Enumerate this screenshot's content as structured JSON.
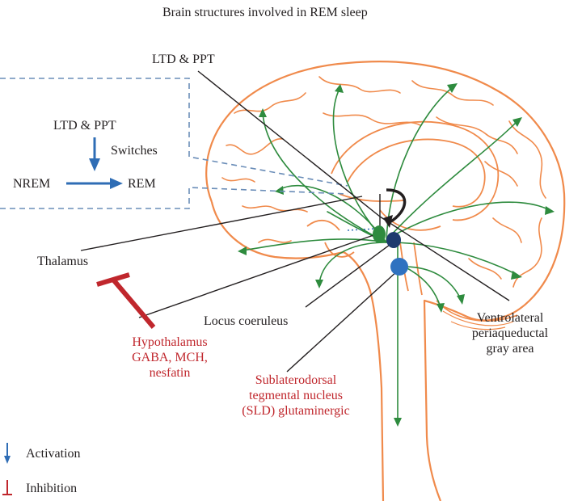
{
  "title": "Brain structures involved in REM sleep",
  "labels": {
    "ltd_ppt_top": "LTD & PPT",
    "thalamus": "Thalamus",
    "locus_coeruleus": "Locus coeruleus",
    "vlpag": [
      "Ventrolateral",
      "periaqueductal",
      "gray area"
    ],
    "hypothalamus": [
      "Hypothalamus",
      "GABA, MCH,",
      "nesfatin"
    ],
    "sld": [
      "Sublaterodorsal",
      "tegmental nucleus",
      "(SLD) glutaminergic"
    ]
  },
  "inset": {
    "ltd_ppt": "LTD & PPT",
    "switches": "Switches",
    "from_state": "NREM",
    "to_state": "REM"
  },
  "legend": {
    "activation": "Activation",
    "inhibition": "Inhibition"
  },
  "colors": {
    "brain_outline": "#f08a4b",
    "pathway": "#2e8b3e",
    "activation": "#2f6db5",
    "inhibition": "#c0272d",
    "red_text": "#c0272d",
    "dashed_box": "#6a8db8",
    "nucleus_green": "#2e8b3e",
    "nucleus_navy": "#1d3a6e",
    "nucleus_blue": "#2f72c0"
  }
}
